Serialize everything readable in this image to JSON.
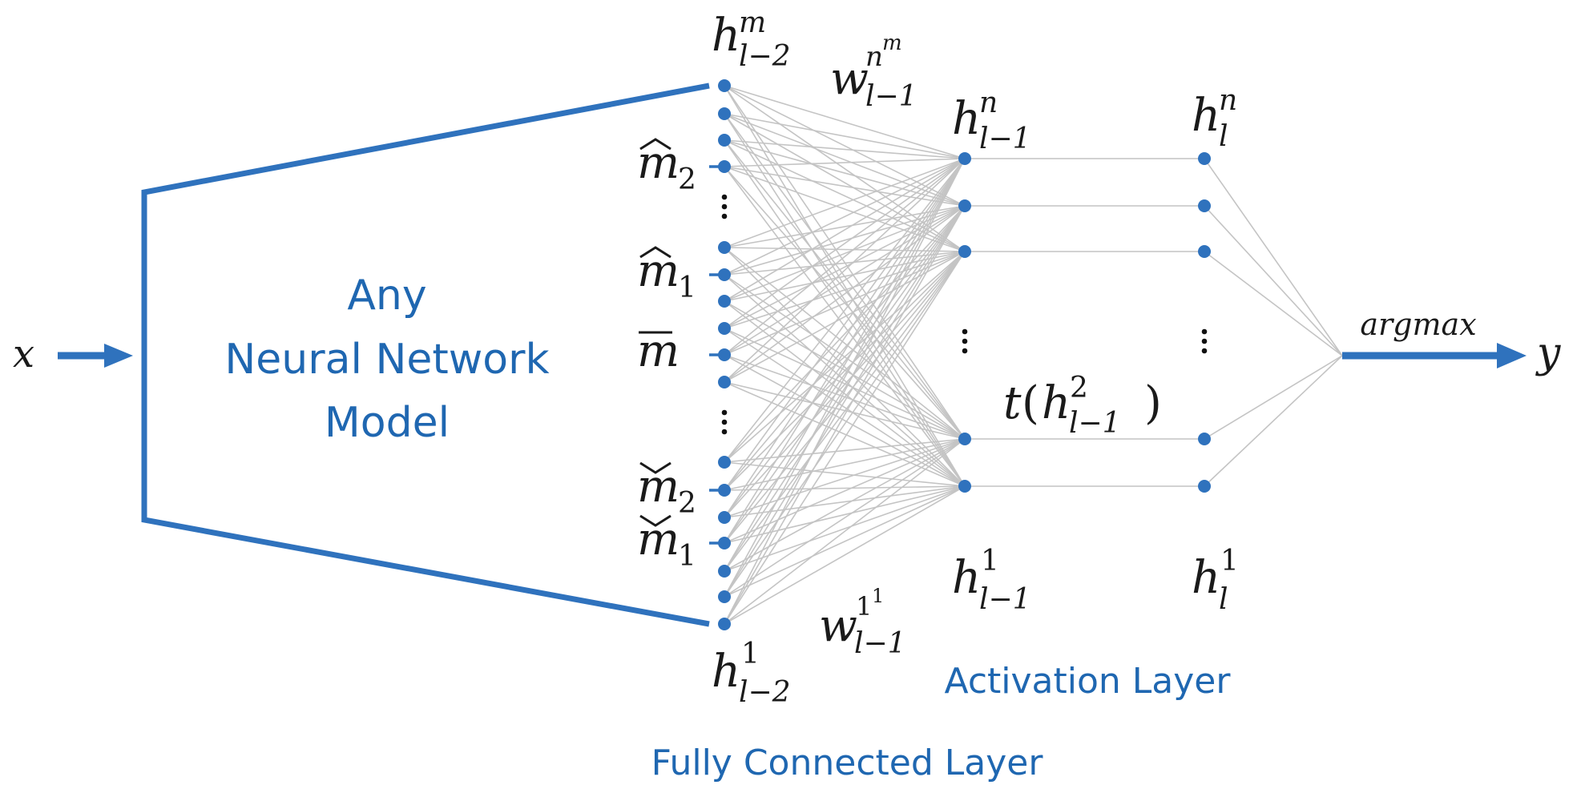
{
  "diagram": {
    "title": "Neural network architecture with fully connected and activation layers",
    "colors": {
      "accent": "#2f72bd",
      "label_blue": "#1f67b1",
      "edge_gray": "#c4c4c4",
      "text": "#1a1a1a"
    },
    "input_label": "x",
    "output_label": "y",
    "model_box": {
      "lines": [
        "Any",
        "Neural Network",
        "Model"
      ]
    },
    "output_operation": "argmax",
    "layer_captions": {
      "fully_connected": "Fully Connected Layer",
      "activation": "Activation Layer"
    },
    "input_layer": {
      "node_count_shown": 17,
      "top_label": {
        "base": "h",
        "sup": "m",
        "sub": "l−2"
      },
      "bottom_label": {
        "base": "h",
        "sup": "1",
        "sub": "l−2"
      },
      "group_labels": [
        {
          "base": "m",
          "accent": "hat",
          "sub": "2",
          "node_index": 3
        },
        {
          "base": "m",
          "accent": "hat",
          "sub": "1",
          "node_index": 5
        },
        {
          "base": "m",
          "accent": "bar",
          "sub": "",
          "node_index": 8
        },
        {
          "base": "m",
          "accent": "check",
          "sub": "2",
          "node_index": 11
        },
        {
          "base": "m",
          "accent": "check",
          "sub": "1",
          "node_index": 13
        }
      ],
      "ellipsis_after_node_indices": [
        3,
        9
      ]
    },
    "hidden_layer": {
      "node_count_shown": 5,
      "top_label": {
        "base": "h",
        "sup": "n",
        "sub": "l−1"
      },
      "bottom_label": {
        "base": "h",
        "sup": "1",
        "sub": "l−1"
      },
      "ellipsis": true
    },
    "activation_layer": {
      "node_count_shown": 5,
      "top_label": {
        "base": "h",
        "sup": "n",
        "sub": "l"
      },
      "bottom_label": {
        "base": "h",
        "sup": "1",
        "sub": "l"
      },
      "ellipsis": true,
      "function_label": {
        "fn": "t",
        "base": "h",
        "sup": "2",
        "sub": "l−1"
      }
    },
    "weight_labels": {
      "top": {
        "base": "w",
        "sup": "n",
        "supsup": "m",
        "sub": "l−1"
      },
      "bottom": {
        "base": "w",
        "sup": "1",
        "supsup": "1",
        "sub": "l−1"
      }
    },
    "connections": {
      "input_to_hidden": "fully-connected",
      "hidden_to_activation": "one-to-one",
      "activation_to_output": "converge"
    }
  }
}
